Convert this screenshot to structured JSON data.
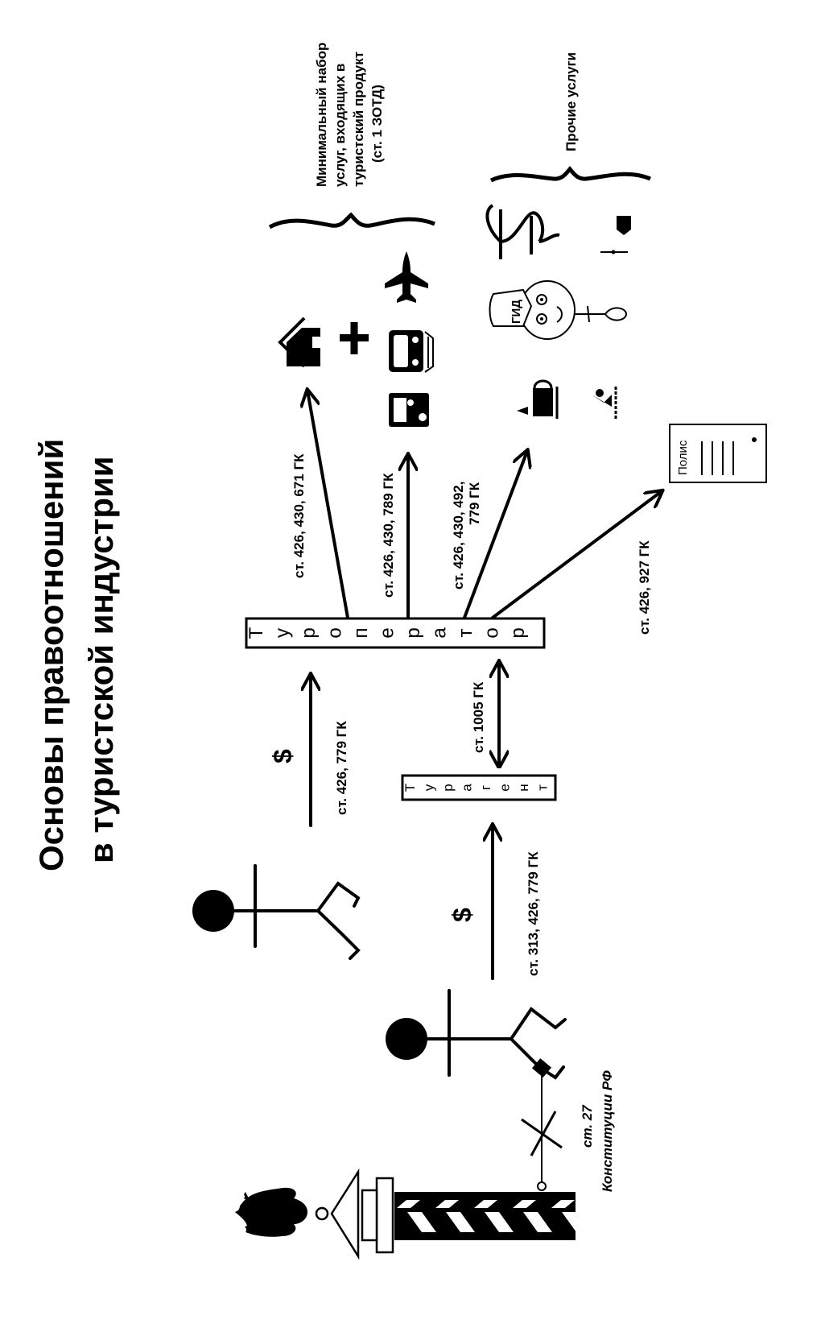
{
  "title": {
    "line1": "Основы правоотношений",
    "line2": "в туристской индустрии"
  },
  "headers": {
    "minimal_set": [
      "Минимальный набор",
      "услуг, входящих в",
      "туристский продукт",
      "(ст. 1 ЗОТД)"
    ],
    "other_services": "Прочие услуги"
  },
  "entities": {
    "touroperator": [
      "Т",
      "у",
      "р",
      "о",
      "п",
      "е",
      "р",
      "а",
      "т",
      "о",
      "р"
    ],
    "touragent": [
      "Т",
      "у",
      "р",
      "а",
      "г",
      "е",
      "н",
      "т"
    ],
    "policy_label": "Полис",
    "guide_cap_label": "ГИД"
  },
  "constitution": {
    "article": "ст. 27",
    "source": "Конституции РФ"
  },
  "arrows": [
    {
      "id": "tourist-to-agent",
      "label": "ст. 313, 426, 779 ГК",
      "payment": "$"
    },
    {
      "id": "tourist-to-operator",
      "label": "ст. 426, 779 ГК",
      "payment": "$"
    },
    {
      "id": "agent-operator",
      "label": "ст. 1005 ГК"
    },
    {
      "id": "operator-to-accommodation",
      "label": "ст. 426, 430, 671 ГК"
    },
    {
      "id": "operator-to-transport",
      "label": "ст. 426, 430, 789 ГК"
    },
    {
      "id": "operator-to-other-services",
      "label_line1": "ст. 426, 430, 492,",
      "label_line2": "779 ГК"
    },
    {
      "id": "operator-to-insurance",
      "label": "ст. 426, 927 ГК"
    }
  ],
  "icons": {
    "minimal_set": [
      "hotel-icon",
      "plus-icon",
      "airplane-icon",
      "train-icon",
      "bus-icon"
    ],
    "other_services": [
      "luggage-icon",
      "swimmer-icon",
      "guide-icon",
      "medicine-snake-icon",
      "beach-shovel-icon"
    ],
    "border": [
      "double-headed-eagle-icon",
      "border-post-icon"
    ]
  }
}
